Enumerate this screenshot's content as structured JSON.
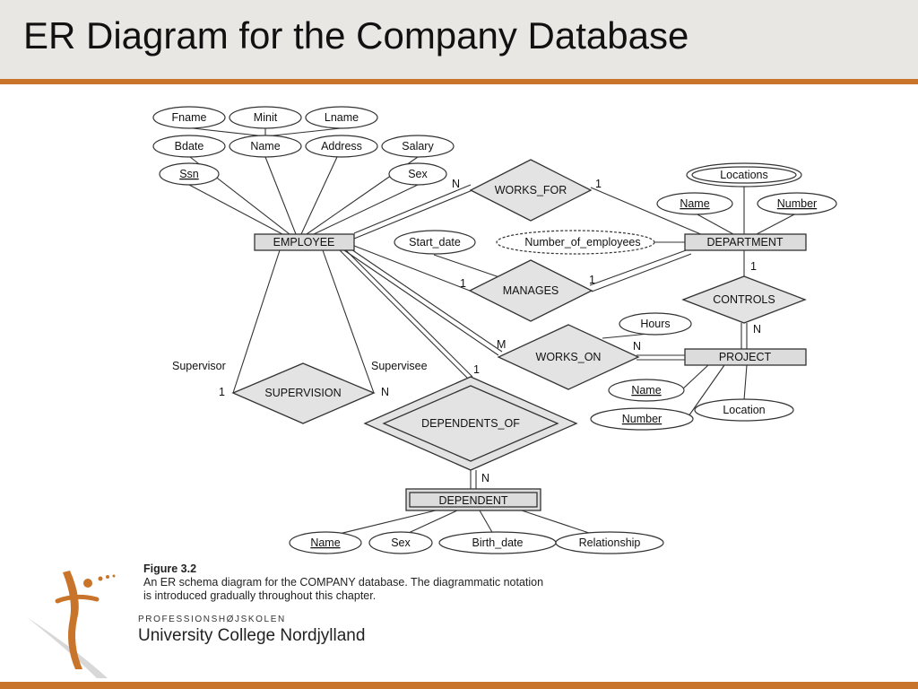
{
  "slide": {
    "title": "ER Diagram for the Company Database"
  },
  "diagram": {
    "entities": {
      "employee": "EMPLOYEE",
      "department": "DEPARTMENT",
      "project": "PROJECT",
      "dependent": "DEPENDENT"
    },
    "relationships": {
      "works_for": "WORKS_FOR",
      "manages": "MANAGES",
      "works_on": "WORKS_ON",
      "controls": "CONTROLS",
      "supervision": "SUPERVISION",
      "dependents_of": "DEPENDENTS_OF"
    },
    "attributes": {
      "fname": "Fname",
      "minit": "Minit",
      "lname": "Lname",
      "bdate": "Bdate",
      "emp_name": "Name",
      "address": "Address",
      "salary": "Salary",
      "ssn": "Ssn",
      "emp_sex": "Sex",
      "start_date": "Start_date",
      "number_of_employees": "Number_of_employees",
      "locations": "Locations",
      "dept_name": "Name",
      "dept_number": "Number",
      "hours": "Hours",
      "proj_name": "Name",
      "proj_number": "Number",
      "proj_location": "Location",
      "dep_name": "Name",
      "dep_sex": "Sex",
      "birth_date": "Birth_date",
      "relationship": "Relationship"
    },
    "cardinalities": {
      "works_for_emp": "N",
      "works_for_dept": "1",
      "manages_emp": "1",
      "manages_dept": "1",
      "works_on_emp": "M",
      "works_on_proj": "N",
      "controls_dept": "1",
      "controls_proj": "N",
      "supervision_supervisor": "1",
      "supervision_supervisee": "N",
      "dependents_of_emp": "1",
      "dependents_of_dep": "N"
    },
    "roles": {
      "supervisor": "Supervisor",
      "supervisee": "Supervisee"
    }
  },
  "caption": {
    "title": "Figure 3.2",
    "line1": "An ER schema diagram for the COMPANY database. The diagrammatic notation",
    "line2": "is introduced gradually throughout this chapter."
  },
  "logo": {
    "line1": "PROFESSIONSHØJSKOLEN",
    "line2": "University College Nordjylland"
  },
  "colors": {
    "accent": "#c8742a",
    "header_bg": "#e8e7e3"
  }
}
